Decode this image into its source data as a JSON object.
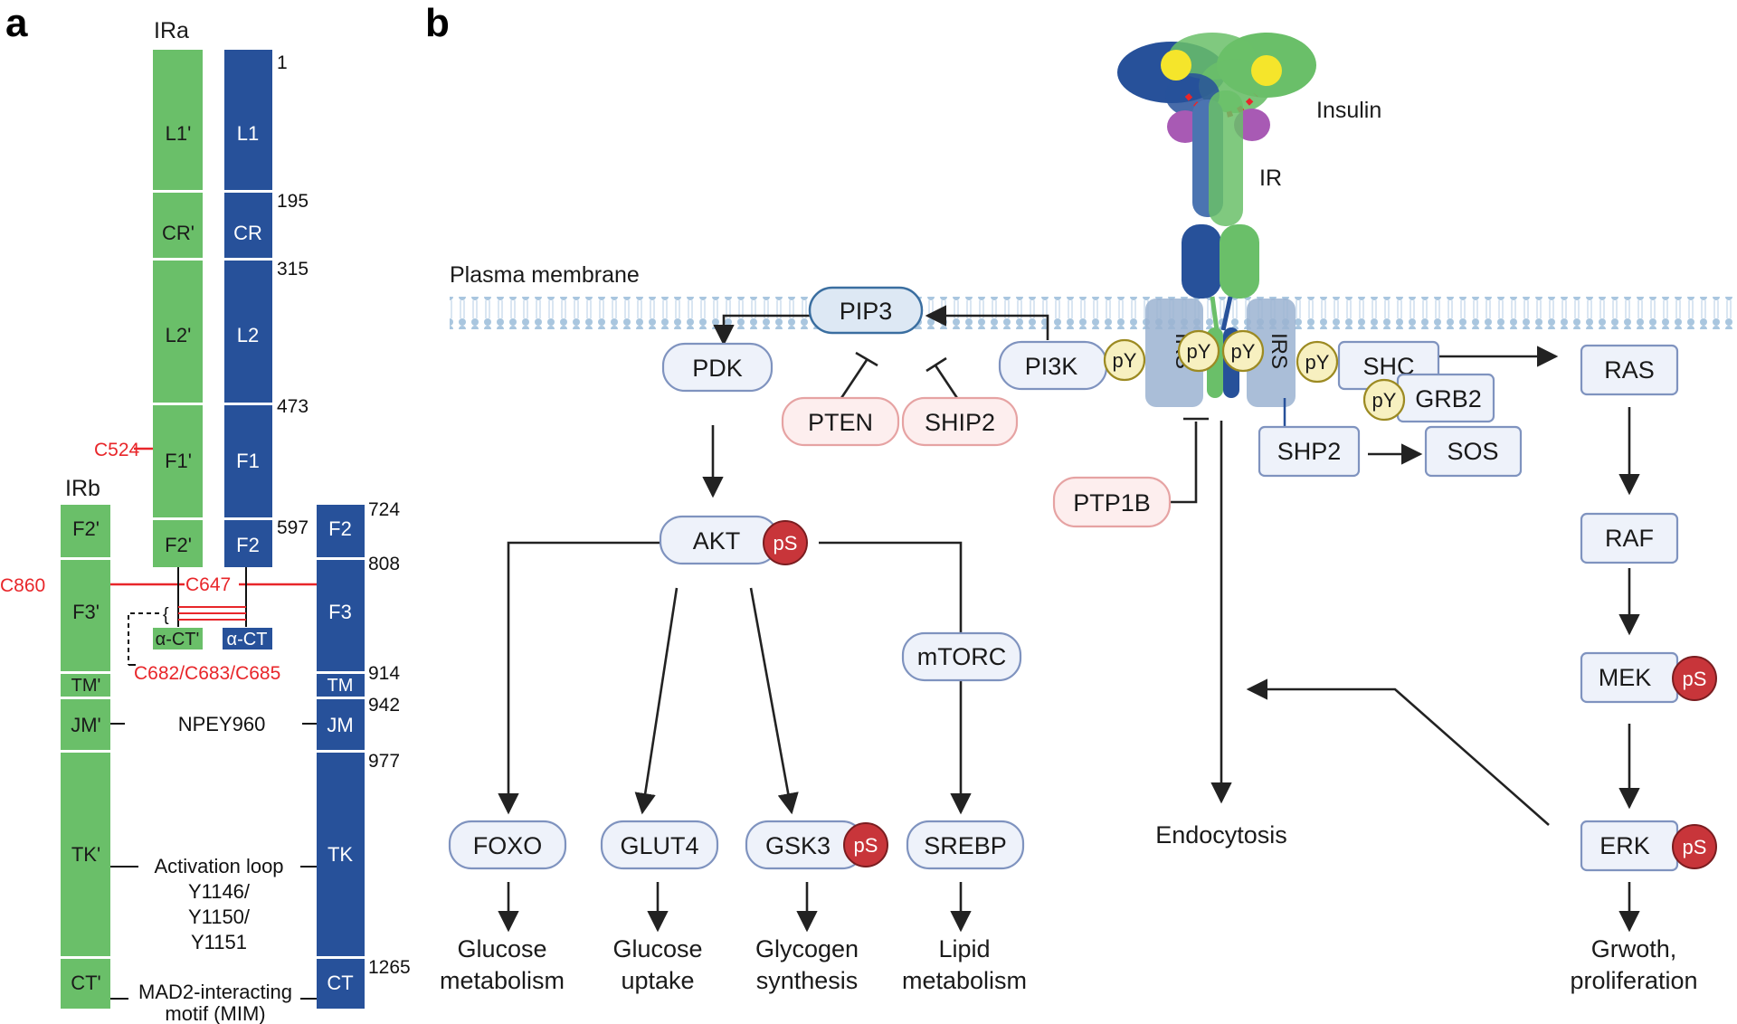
{
  "panels": {
    "a": "a",
    "b": "b"
  },
  "panel_a": {
    "ira_label": "IRa",
    "irb_label": "IRb",
    "segments_ira": [
      "L1'",
      "CR'",
      "L2'",
      "F1'",
      "F2'"
    ],
    "segments_b_left": [
      "L1",
      "CR",
      "L2",
      "F1",
      "F2"
    ],
    "segments_irb": [
      "F2'",
      "F3'",
      "TM'",
      "JM'",
      "TK'",
      "CT'"
    ],
    "segments_b_right": [
      "F2",
      "F3",
      "TM",
      "JM",
      "TK",
      "CT"
    ],
    "alpha_ct_left": "α-CT'",
    "alpha_ct_right": "α-CT",
    "residue_numbers": {
      "n1": "1",
      "n195": "195",
      "n315": "315",
      "n473": "473",
      "n597": "597",
      "n724": "724",
      "n808": "808",
      "n914": "914",
      "n942": "942",
      "n977": "977",
      "n1265": "1265"
    },
    "cysteines": {
      "c524": "C524",
      "c860": "C860",
      "c647": "C647",
      "c682": "C682/C683/C685"
    },
    "motifs": {
      "npey": "NPEY960",
      "activation": [
        "Activation loop",
        "Y1146/",
        "Y1150/",
        "Y1151"
      ],
      "mad2": [
        "MAD2-interacting",
        "motif (MIM)"
      ]
    },
    "colors": {
      "green": "#6abf69",
      "blue": "#27519a",
      "red": "#e8262a"
    }
  },
  "panel_b": {
    "insulin": "Insulin",
    "ir": "IR",
    "membrane": "Plasma membrane",
    "nodes": {
      "pip3": "PIP3",
      "pdk": "PDK",
      "pi3k": "PI3K",
      "pten": "PTEN",
      "ship2": "SHIP2",
      "akt": "AKT",
      "mtorc": "mTORC",
      "foxo": "FOXO",
      "glut4": "GLUT4",
      "gsk3": "GSK3",
      "srebp": "SREBP",
      "ptp1b": "PTP1B",
      "shc": "SHC",
      "grb2": "GRB2",
      "shp2": "SHP2",
      "sos": "SOS",
      "ras": "RAS",
      "raf": "RAF",
      "mek": "MEK",
      "erk": "ERK"
    },
    "irs": "IRS",
    "py": "pY",
    "ps": "pS",
    "outputs": {
      "glucose_metabolism": [
        "Glucose",
        "metabolism"
      ],
      "glucose_uptake": [
        "Glucose",
        "uptake"
      ],
      "glycogen": [
        "Glycogen",
        "synthesis"
      ],
      "lipid": [
        "Lipid",
        "metabolism"
      ],
      "endocytosis": "Endocytosis",
      "growth": [
        "Grwoth,",
        "proliferation"
      ]
    },
    "colors": {
      "node_fill": "#eef2fa",
      "node_stroke": "#7f93bf",
      "neg_fill": "#fdeeee",
      "neg_stroke": "#e6a3a3",
      "ps_fill": "#c8353a",
      "py_fill": "#f7f0c0",
      "py_stroke": "#9c8a22",
      "irs_fill": "#9bb3d1"
    }
  }
}
